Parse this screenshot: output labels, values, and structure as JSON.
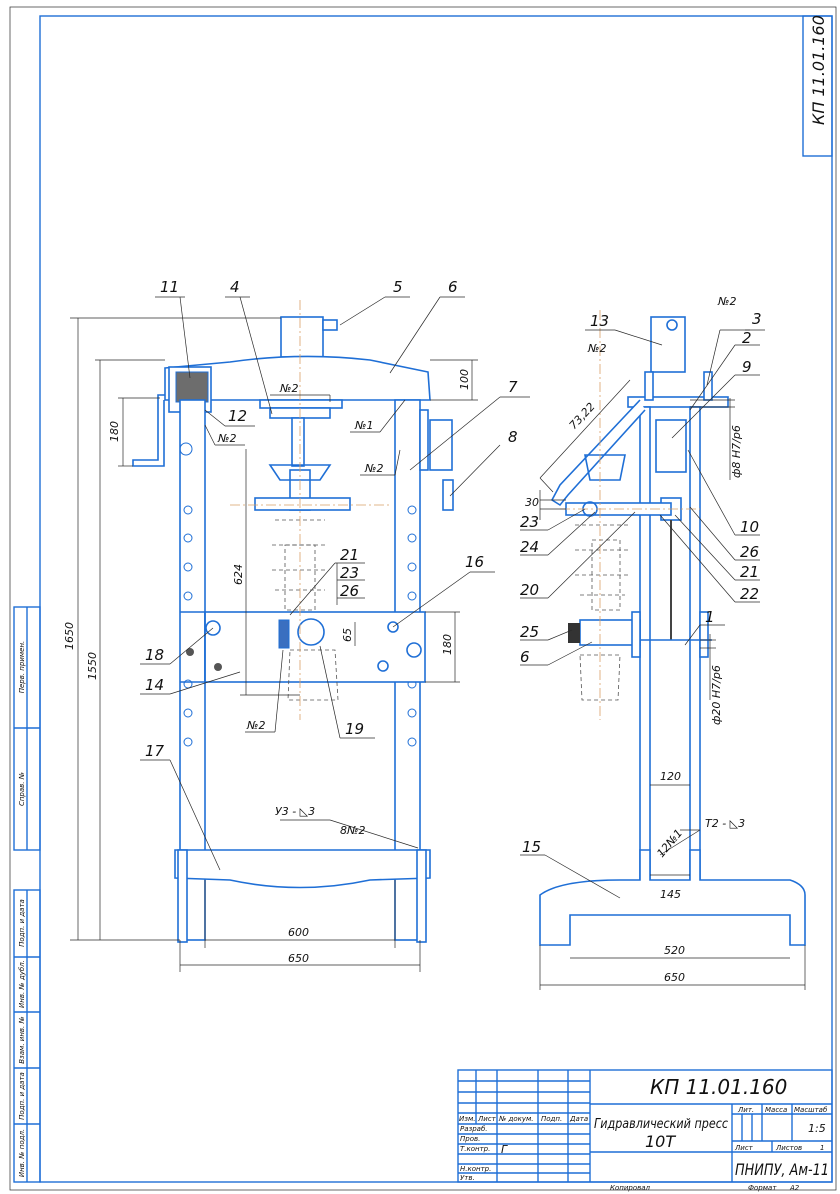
{
  "document": {
    "code": "КП 11.01.160",
    "title_line1": "Гидравлический пресс",
    "title_line2": "10Т",
    "organization": "ПНИПУ, Ам-11",
    "scale": "1:5",
    "sheets_count": "1",
    "copied_label": "Копировал",
    "format_label": "Формат",
    "format_value": "А2"
  },
  "title_block": {
    "headers": [
      "Изм.",
      "Лист",
      "№ докум.",
      "Подп.",
      "Дата"
    ],
    "roles": [
      "Разраб.",
      "Пров.",
      "Т.контр.",
      "Н.контр.",
      "Утв."
    ],
    "tkontr_sign": "Г",
    "lit_label": "Лит.",
    "mass_label": "Масса",
    "scale_label": "Масштаб",
    "sheet_label": "Лист",
    "sheets_label": "Листов"
  },
  "side_stamp": [
    "Перв. примен.",
    "Справ. №",
    "Подп. и дата",
    "Инв. № дубл.",
    "Взам. инв. №",
    "Подп. и дата",
    "Инв. № подл."
  ],
  "front_view": {
    "callouts": {
      "p11": "11",
      "p4": "4",
      "p5": "5",
      "p6": "6",
      "p12": "12",
      "p7": "7",
      "p8": "8",
      "p16": "16",
      "p18": "18",
      "p14": "14",
      "p17": "17",
      "p19": "19",
      "p21": "21",
      "p23": "23",
      "p26": "26"
    },
    "welds": {
      "w1": "№2",
      "w2": "№1",
      "w3": "№2",
      "w4": "№2",
      "w5": "№2",
      "w6": "8№2",
      "w7": "У3 - ◺3"
    },
    "dims": {
      "d1650": "1650",
      "d1550": "1550",
      "d180a": "180",
      "d100": "100",
      "d624": "624",
      "d65": "65",
      "d180b": "180",
      "d600": "600",
      "d650": "650"
    }
  },
  "side_view": {
    "callouts": {
      "p13": "13",
      "p3": "3",
      "p2": "2",
      "p9": "9",
      "p10": "10",
      "p26": "26",
      "p21": "21",
      "p22": "22",
      "p23": "23",
      "p24": "24",
      "p20": "20",
      "p25": "25",
      "p6": "6",
      "p1": "1",
      "p15": "15"
    },
    "welds": {
      "w1": "№2",
      "w2": "№2",
      "w3": "12№1",
      "w4": "Т2 - ◺3"
    },
    "dims": {
      "d7322": "73,22",
      "d30": "30",
      "fit8": "ф8 H7/р6",
      "fit20": "ф20 H7/р6",
      "d120": "120",
      "d145": "145",
      "d520": "520",
      "d650": "650"
    }
  }
}
